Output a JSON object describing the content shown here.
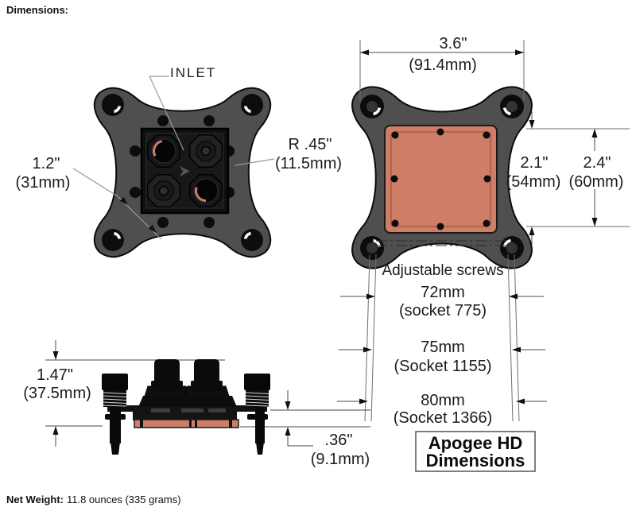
{
  "header": {
    "title": "Dimensions:"
  },
  "footer": {
    "label": "Net Weight:",
    "value": "11.8 ounces (335 grams)"
  },
  "colors": {
    "copper": "#ce7e66",
    "bracket": "#4f4f4f"
  },
  "top_view": {
    "inlet": "INLET",
    "radius": "R .45\"",
    "radius_mm": "(11.5mm)",
    "pitch": "1.2\"",
    "pitch_mm": "(31mm)"
  },
  "bottom_view": {
    "width": "3.6\"",
    "width_mm": "(91.4mm)",
    "plate": "2.1\"",
    "plate_mm": "(54mm)",
    "overall": "2.4\"",
    "overall_mm": "(60mm)",
    "screws_heading": "Adjustable screws"
  },
  "sockets": {
    "rows": [
      {
        "size": "72mm",
        "socket": "(socket 775)"
      },
      {
        "size": "75mm",
        "socket": "(Socket 1155)"
      },
      {
        "size": "80mm",
        "socket": "(Socket 1366)"
      }
    ]
  },
  "side_view": {
    "height": "1.47\"",
    "height_mm": "(37.5mm)",
    "base": ".36\"",
    "base_mm": "(9.1mm)"
  },
  "title_box": {
    "line1": "Apogee HD",
    "line2": "Dimensions"
  }
}
